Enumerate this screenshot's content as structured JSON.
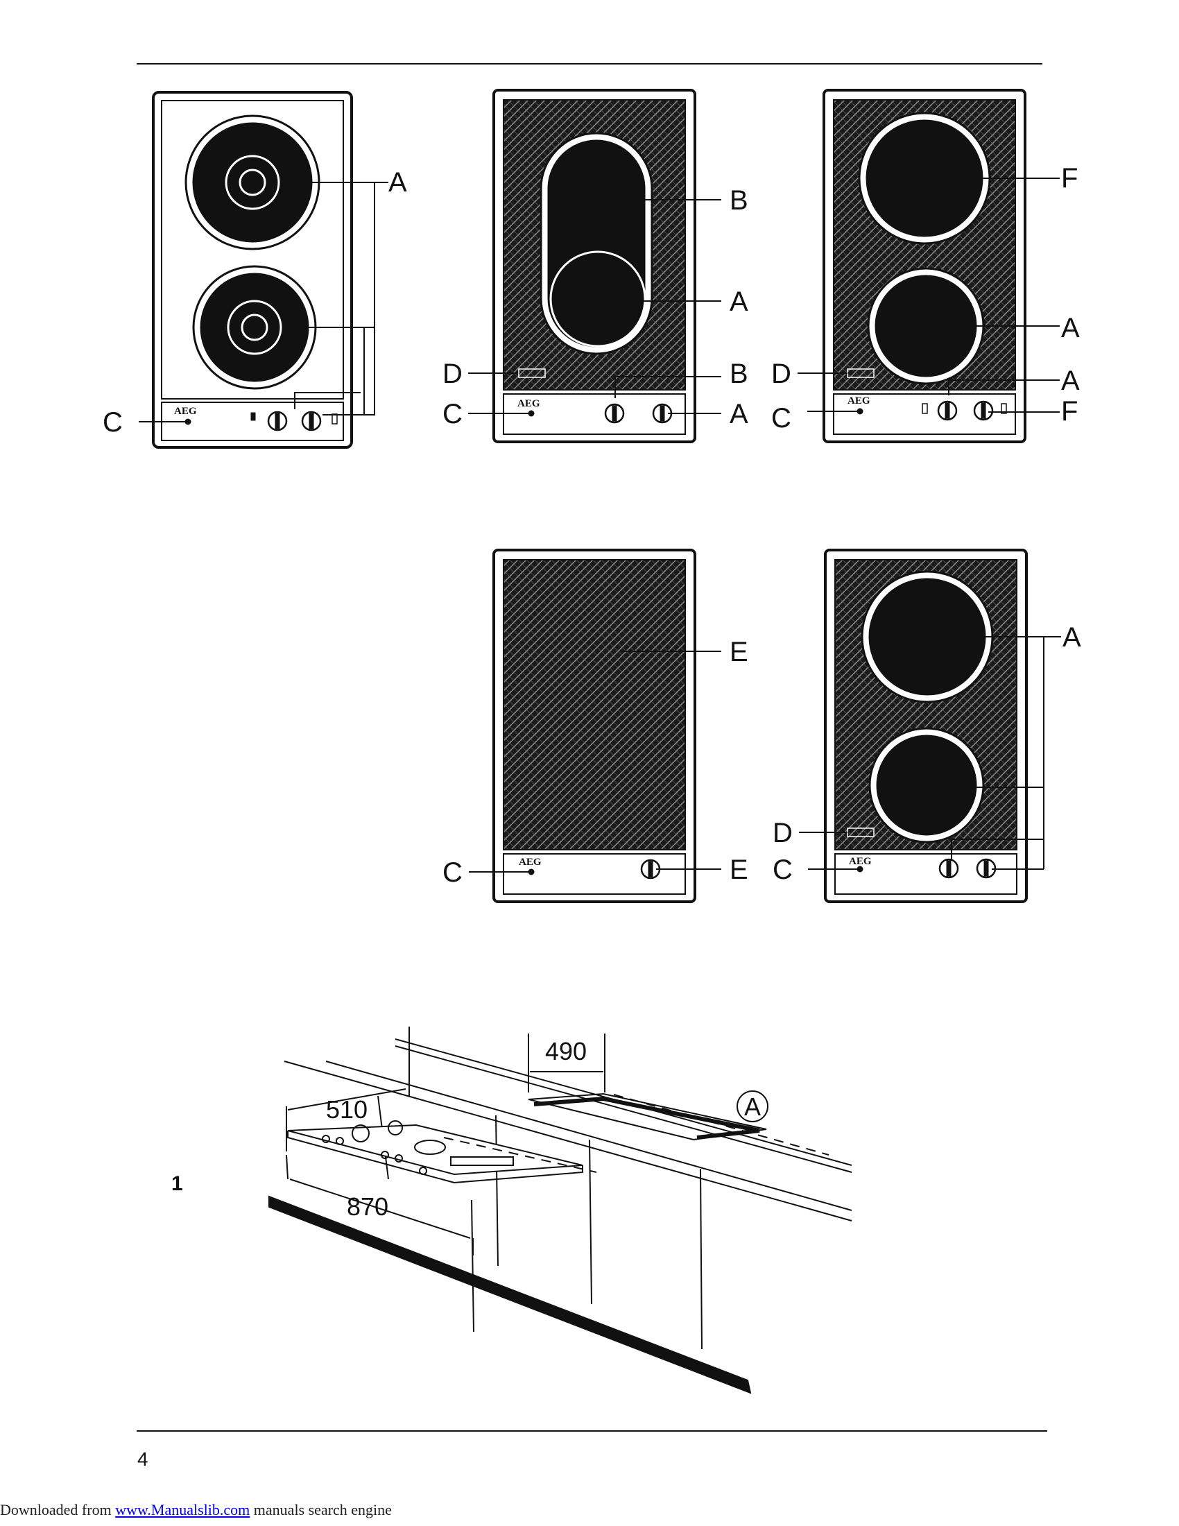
{
  "figure_number": "1",
  "page_number": "4",
  "brand": "AEG",
  "dimensions": {
    "depth_left": "510",
    "width_total": "870",
    "cutout_depth": "490",
    "circled_marker": "A"
  },
  "labels": {
    "A": "A",
    "B": "B",
    "C": "C",
    "D": "D",
    "E": "E",
    "F": "F"
  },
  "footer": {
    "prefix": "Downloaded from ",
    "link_text": "www.Manualslib.com",
    "suffix": " manuals search engine"
  }
}
